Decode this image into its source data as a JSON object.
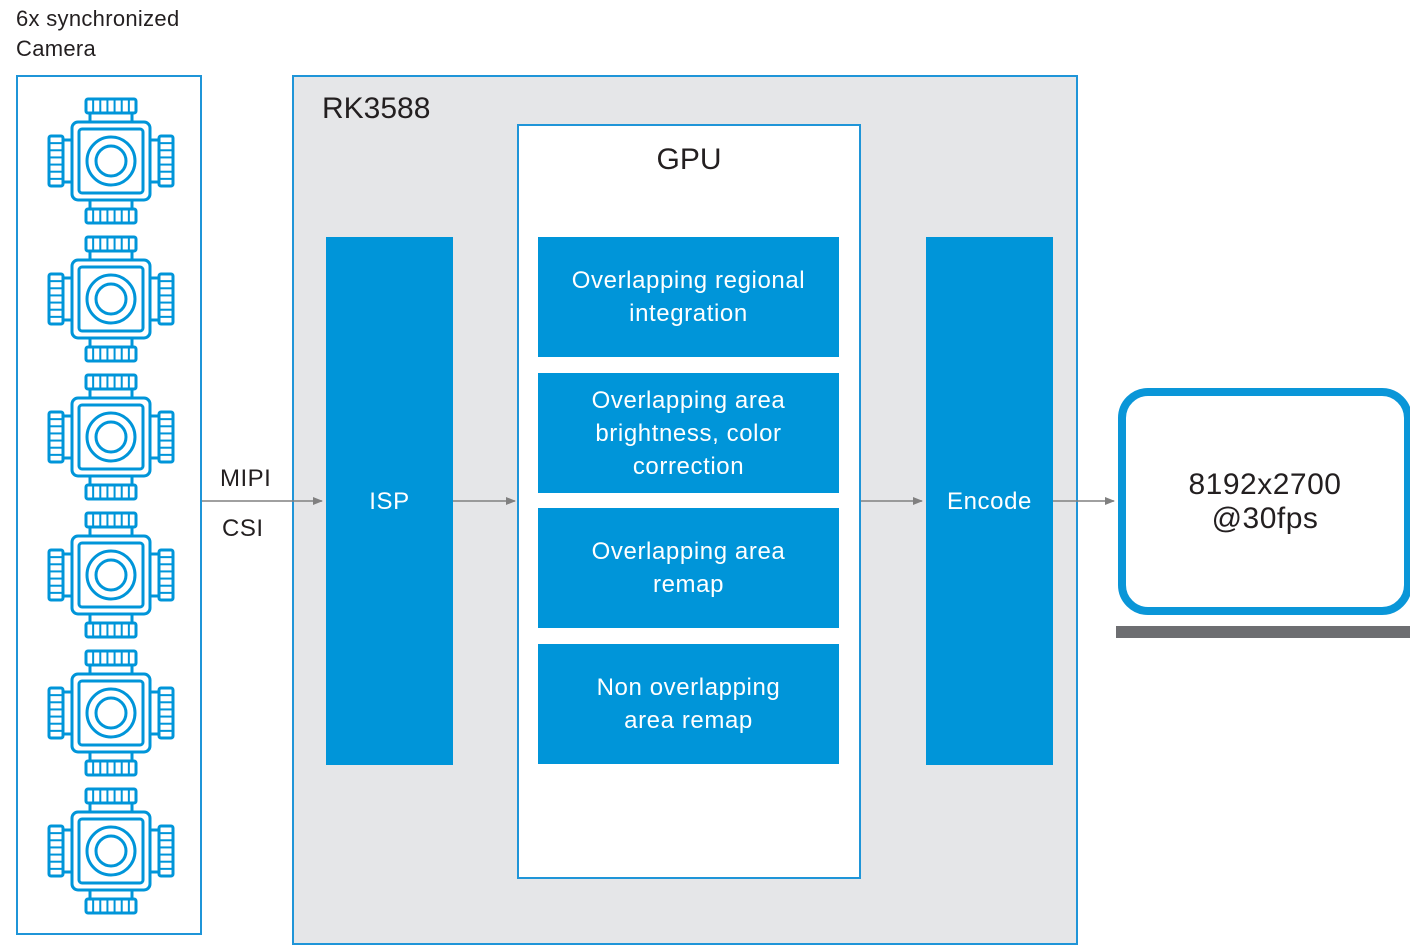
{
  "camera_group": {
    "title_line1": "6x synchronized",
    "title_line2": "Camera",
    "count": 6,
    "icon": "camera-module-icon"
  },
  "interface": {
    "label_top": "MIPI",
    "label_bottom": "CSI"
  },
  "soc": {
    "title": "RK3588",
    "isp_label": "ISP",
    "encode_label": "Encode",
    "gpu": {
      "title": "GPU",
      "blocks": [
        {
          "line1": "Overlapping regional",
          "line2": "integration"
        },
        {
          "line1": "Overlapping area",
          "line2": "brightness, color",
          "line3": "correction"
        },
        {
          "line1": "Overlapping area",
          "line2": "remap"
        },
        {
          "line1": "Non overlapping",
          "line2": "area remap"
        }
      ]
    }
  },
  "output": {
    "line1": "8192x2700",
    "line2": "@30fps",
    "icon": "monitor-icon"
  },
  "colors": {
    "accent_blue": "#0095d9",
    "border_blue": "#1f95d8",
    "soc_bg": "#e5e6e8",
    "arrow_gray": "#808080",
    "stand_gray": "#6d6e71"
  }
}
